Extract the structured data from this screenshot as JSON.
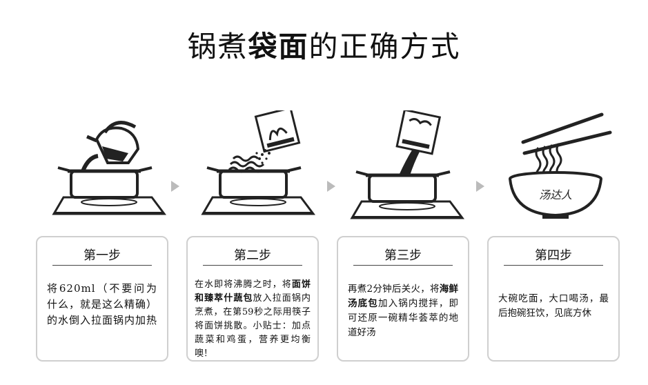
{
  "title": {
    "pre": "锅煮",
    "bold": "袋面",
    "post": "的正确方式"
  },
  "steps": [
    {
      "head": "第一步",
      "text": "将620ml（不要问为什么，就是这么精确）的水倒入拉面锅内加热"
    },
    {
      "head": "第二步",
      "pre": "在水即将沸腾之时，将",
      "bold": "面饼和臻萃什蔬包",
      "post": "放入拉面锅内烹煮，在第59秒之际用筷子将面饼挑散。小贴士：加点蔬菜和鸡蛋，营养更均衡噢！"
    },
    {
      "head": "第三步",
      "pre": "再煮2分钟后关火，将",
      "bold": "海鲜汤底包",
      "post": "加入锅内搅拌，即可还原一碗精华荟萃的地道好汤"
    },
    {
      "head": "第四步",
      "text": "大碗吃面，大口喝汤，最后抱碗狂饮，见底方休"
    }
  ],
  "bowl_logo": "汤达人",
  "icons": [
    "kettle-icon",
    "pot-icon",
    "stove-icon",
    "seasoning-packet-icon",
    "noodles-icon",
    "soup-packet-icon",
    "bowl-icon",
    "chopsticks-icon",
    "arrow-right-icon"
  ]
}
